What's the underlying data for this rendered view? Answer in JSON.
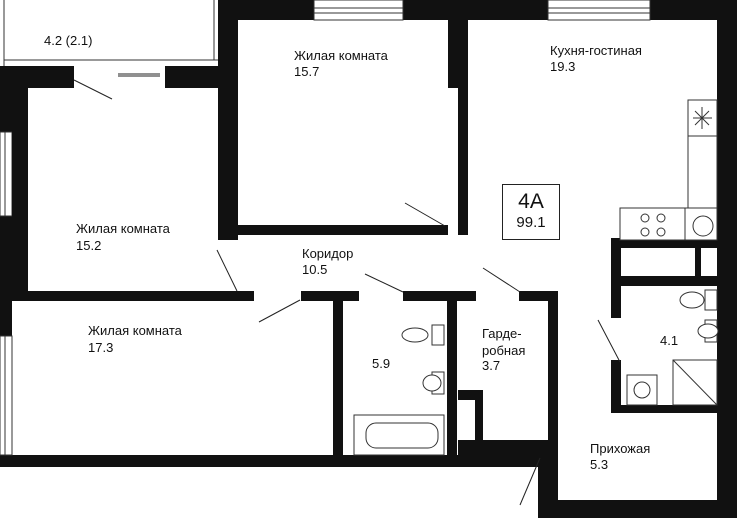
{
  "plan": {
    "apartment_code": "4А",
    "total_area": "99.1",
    "rooms": [
      {
        "id": "balcony",
        "name": "",
        "area": "4.2 (2.1)"
      },
      {
        "id": "living-1",
        "name": "Жилая комната",
        "area": "15.7"
      },
      {
        "id": "kitchen",
        "name": "Кухня-гостиная",
        "area": "19.3"
      },
      {
        "id": "living-2",
        "name": "Жилая комната",
        "area": "15.2"
      },
      {
        "id": "corridor",
        "name": "Коридор",
        "area": "10.5"
      },
      {
        "id": "living-3",
        "name": "Жилая комната",
        "area": "17.3"
      },
      {
        "id": "bathroom",
        "name": "",
        "area": "5.9"
      },
      {
        "id": "wardrobe",
        "name": "Гарде-\nробная",
        "area": "3.7"
      },
      {
        "id": "wc",
        "name": "",
        "area": "4.1"
      },
      {
        "id": "hall",
        "name": "Прихожая",
        "area": "5.3"
      }
    ]
  }
}
